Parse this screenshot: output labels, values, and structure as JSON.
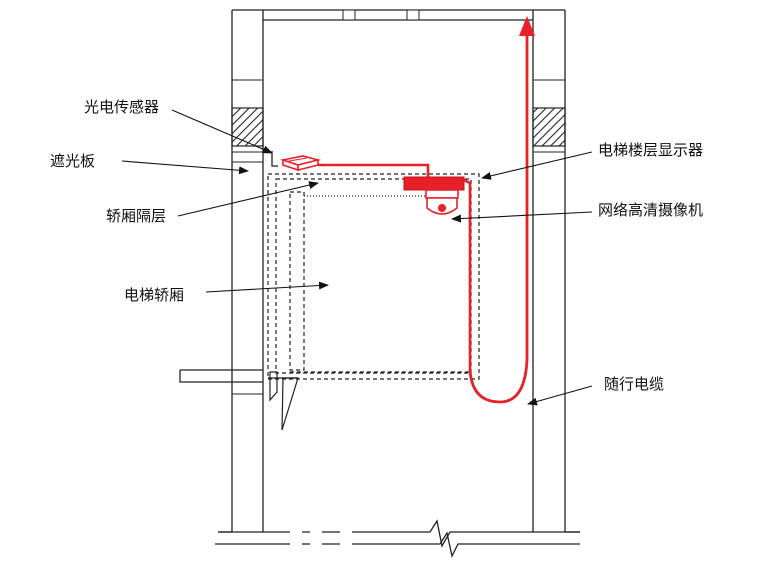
{
  "labels": {
    "photo_sensor": "光电传感器",
    "light_shield": "遮光板",
    "car_interlayer": "轿厢隔层",
    "elevator_car": "电梯轿厢",
    "floor_display": "电梯楼层显示器",
    "hd_camera": "网络高清摄像机",
    "traveling_cable": "随行电缆"
  },
  "colors": {
    "accent": "#e8202a",
    "line": "#222222",
    "background": "#ffffff"
  }
}
